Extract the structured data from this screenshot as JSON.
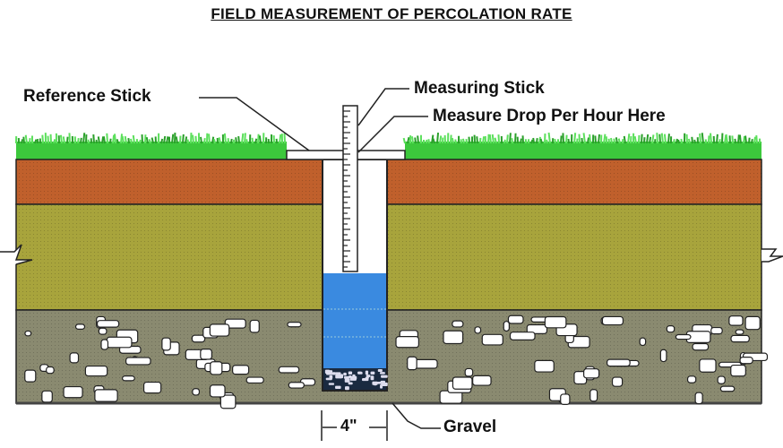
{
  "title": "FIELD MEASUREMENT OF PERCOLATION RATE",
  "labels": {
    "reference_stick": "Reference Stick",
    "measuring_stick": "Measuring Stick",
    "measure_drop": "Measure Drop Per Hour Here",
    "gravel": "Gravel",
    "hole_width": "4\""
  },
  "colors": {
    "grass": "#3cc83c",
    "topsoil": "#c0602c",
    "subsoil": "#a8a43c",
    "gravel_layer": "#8a8a70",
    "water": "#3a8ae0"
  }
}
